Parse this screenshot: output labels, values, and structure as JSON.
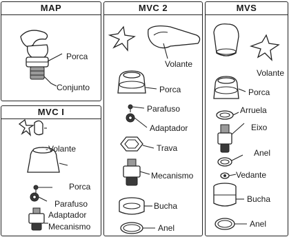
{
  "panels": {
    "map": {
      "title": "MAP",
      "labels": {
        "porca": "Porca",
        "conjunto": "Conjunto"
      }
    },
    "mvc1": {
      "title": "MVC I",
      "labels": {
        "volante": "-Volante",
        "porca": "Porca",
        "parafuso": "Parafuso",
        "adaptador": "Adaptador",
        "mecanismo": "Mecanismo"
      }
    },
    "mvc2": {
      "title": "MVC 2",
      "labels": {
        "volante": "Volante",
        "porca": "Porca",
        "parafuso": "Parafuso",
        "adaptador": "Adaptador",
        "trava": "Trava",
        "mecanismo": "Mecanismo",
        "bucha": "Bucha",
        "anel": "Anel"
      }
    },
    "mvs": {
      "title": "MVS",
      "labels": {
        "volante": "Volante",
        "porca": "Porca",
        "arruela": "Arruela",
        "eixo": "Eixo",
        "anel1": "Anel",
        "vedante": "Vedante",
        "bucha": "Bucha",
        "anel2": "Anel"
      }
    }
  },
  "colors": {
    "line": "#222222",
    "part_dark": "#3a3a3a",
    "part_mid": "#9a9a9a"
  }
}
